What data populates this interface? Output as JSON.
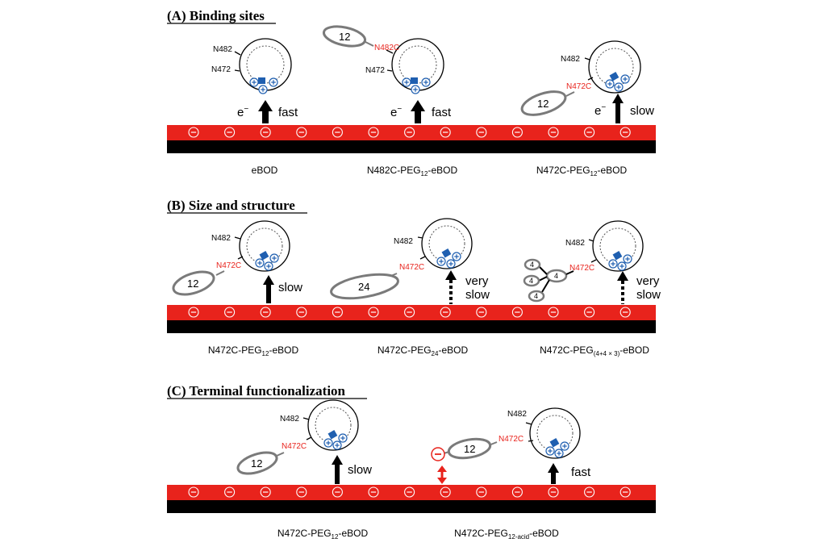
{
  "figure": {
    "sections": [
      {
        "title": "(A) Binding sites",
        "captions": [
          {
            "pre": "eBOD",
            "sub": "",
            "post": ""
          },
          {
            "pre": "N482C-PEG",
            "sub": "12",
            "post": "-eBOD"
          },
          {
            "pre": "N472C-PEG",
            "sub": "12",
            "post": "-eBOD"
          }
        ]
      },
      {
        "title": "(B) Size and structure",
        "captions": [
          {
            "pre": "N472C-PEG",
            "sub": "12",
            "post": "-eBOD"
          },
          {
            "pre": "N472C-PEG",
            "sub": "24",
            "post": "-eBOD"
          },
          {
            "pre": "N472C-PEG",
            "sub": "(4+4 × 3)",
            "post": "-eBOD"
          }
        ]
      },
      {
        "title": "(C) Terminal functionalization",
        "captions": [
          {
            "pre": "N472C-PEG",
            "sub": "12",
            "post": "-eBOD"
          },
          {
            "pre": "N472C-PEG",
            "sub": "12-acid",
            "post": "-eBOD"
          }
        ]
      }
    ],
    "labels": {
      "site_n482": "N482",
      "site_n472": "N472",
      "site_n482c": "N482C",
      "site_n472c": "N472C",
      "peg_12": "12",
      "peg_24": "24",
      "peg_4": "4",
      "electron": "e",
      "electron_charge": "−",
      "fast": "fast",
      "slow": "slow",
      "very": "very",
      "minus_sign": "−",
      "plus_sign": "+"
    },
    "colors": {
      "electrode": "#e8231c",
      "electrode_base": "#000000",
      "site_mutant": "#e8231c",
      "cluster_blue": "#1f5fb0",
      "peg_chain": "#7a7a7a"
    }
  }
}
